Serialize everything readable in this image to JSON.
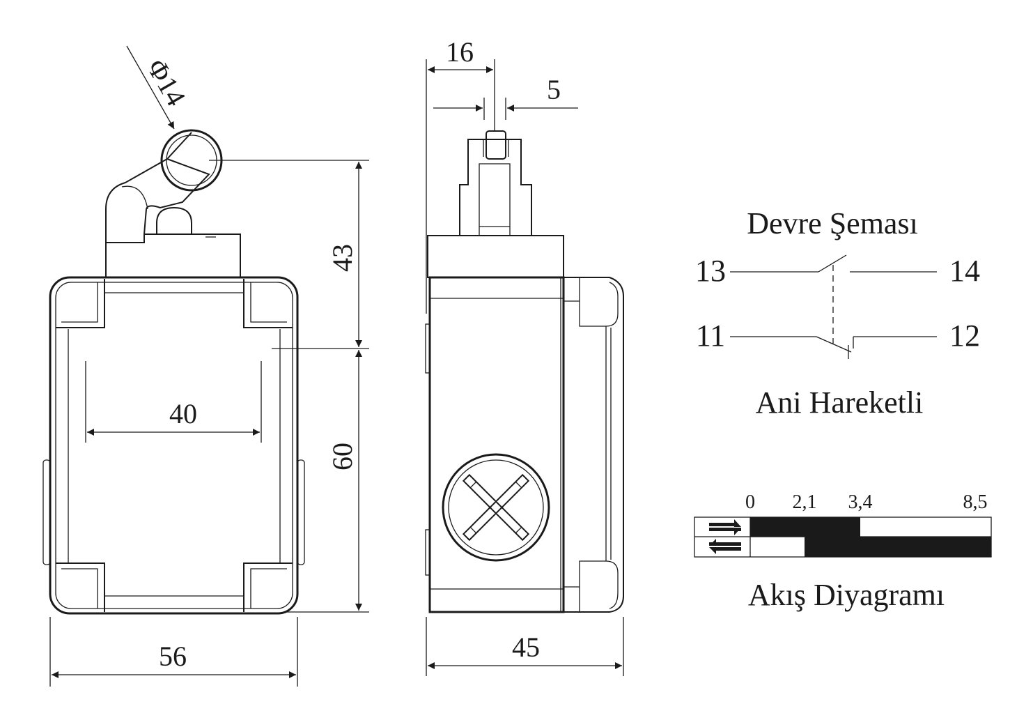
{
  "dimensions": {
    "diameter": "Φ14",
    "width_top": "16",
    "gap": "5",
    "height_upper": "43",
    "height_lower": "60",
    "inner_width": "40",
    "width_front": "56",
    "width_side": "45"
  },
  "circuit": {
    "title": "Devre Şeması",
    "terminal_13": "13",
    "terminal_14": "14",
    "terminal_11": "11",
    "terminal_12": "12",
    "subtitle": "Ani Hareketli"
  },
  "flow": {
    "title": "Akış Diyagramı",
    "ticks": [
      "0",
      "2,1",
      "3,4",
      "8,5"
    ]
  }
}
